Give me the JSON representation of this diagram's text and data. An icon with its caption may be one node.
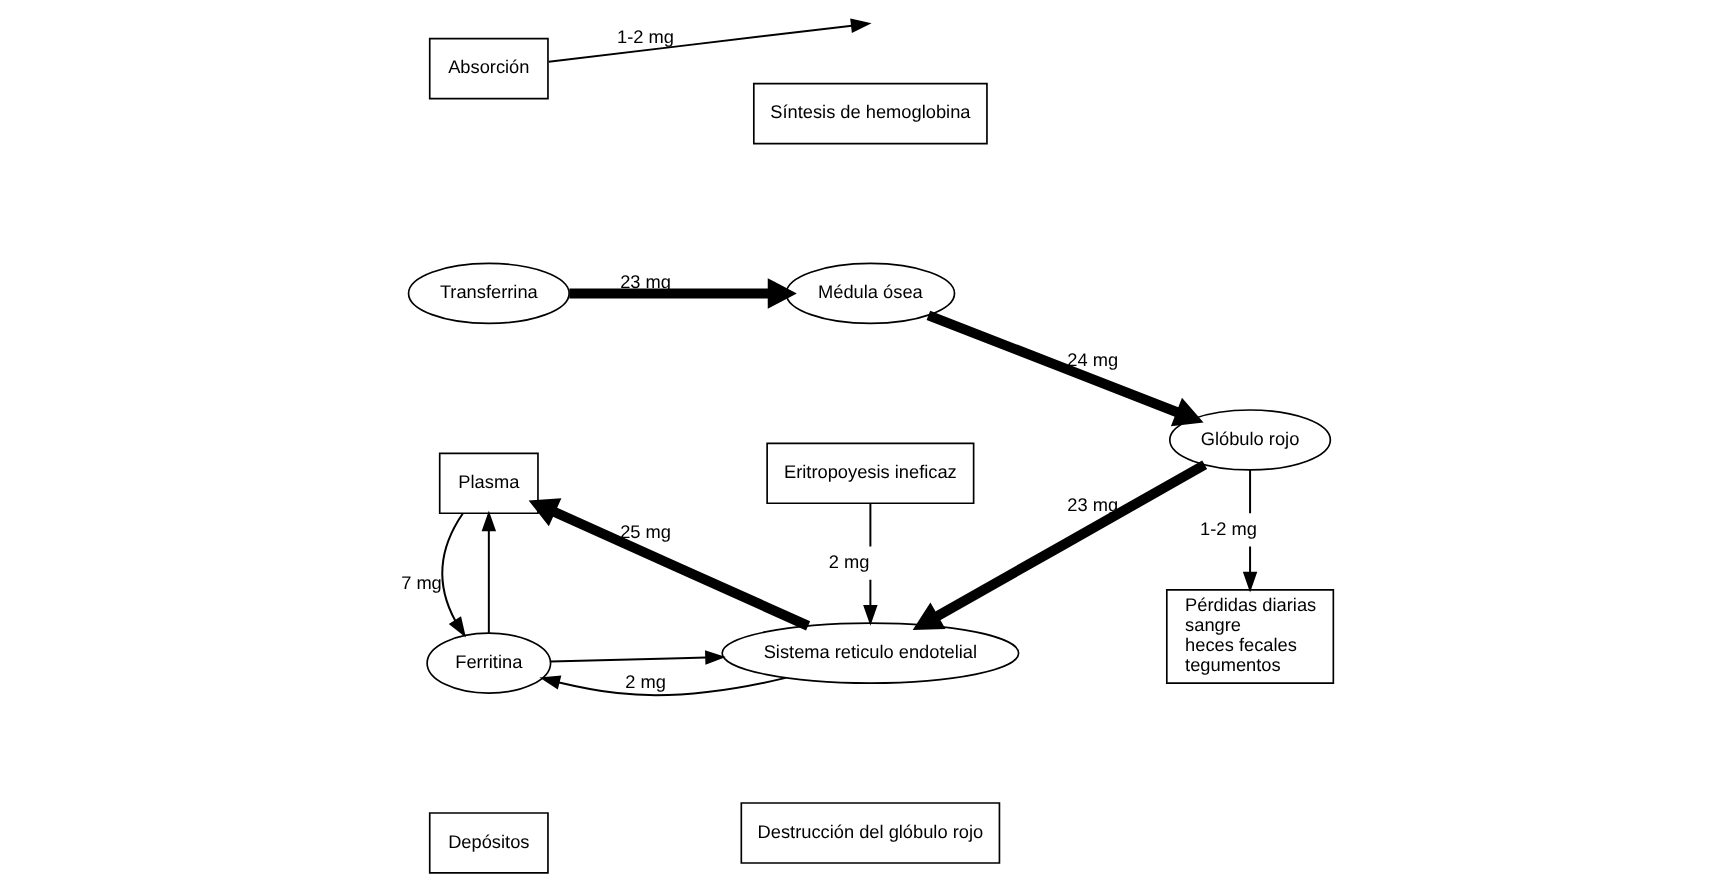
{
  "diagram": {
    "nodes": [
      {
        "text": [
          "Absorción"
        ]
      },
      {
        "text": [
          "Transferrina"
        ]
      },
      {
        "text": [
          "Plasma"
        ]
      },
      {
        "text": [
          "Síntesis de hemoglobina"
        ]
      },
      {
        "text": [
          "Médula ósea"
        ]
      },
      {
        "text": [
          "Eritropoyesis ineficaz"
        ]
      },
      {
        "text": [
          "Glóbulo rojo"
        ]
      },
      {
        "text": [
          "Sistema reticulo endotelial"
        ]
      },
      {
        "text": [
          "Ferritina"
        ]
      },
      {
        "text": [
          "Depósitos"
        ]
      },
      {
        "text": [
          "Destrucción del glóbulo rojo"
        ]
      },
      {
        "text": [
          "Pérdidas diarias",
          "sangre",
          "heces fecales",
          "tegumentos"
        ]
      }
    ],
    "edges": [
      {
        "from": 0,
        "to": null,
        "arrow": "to",
        "label": "1-2 mg"
      },
      {
        "from": 1,
        "to": 4,
        "arrow": "to",
        "label": "23 mg",
        "style": "thick"
      },
      {
        "from": 4,
        "to": 6,
        "arrow": "to",
        "label": "24 mg",
        "style": "thick"
      },
      {
        "from": 6,
        "to": 7,
        "arrow": "to",
        "label": "23 mg",
        "style": "thick"
      },
      {
        "from": 7,
        "to": 2,
        "arrow": "to",
        "label": "25 mg",
        "style": "thick"
      },
      {
        "from": 5,
        "to": 7,
        "arrow": "to",
        "label": "2 mg"
      },
      {
        "from": 6,
        "to": 11,
        "arrow": "to",
        "label": "1-2 mg"
      },
      {
        "from": 8,
        "to": 2,
        "arrow": "to"
      },
      {
        "from": 2,
        "to": 8,
        "arrow": "to",
        "label": "7 mg"
      },
      {
        "from": 8,
        "to": 7,
        "arrow": "to"
      },
      {
        "from": 7,
        "to": 8,
        "arrow": "to",
        "label": "2 mg"
      }
    ]
  }
}
